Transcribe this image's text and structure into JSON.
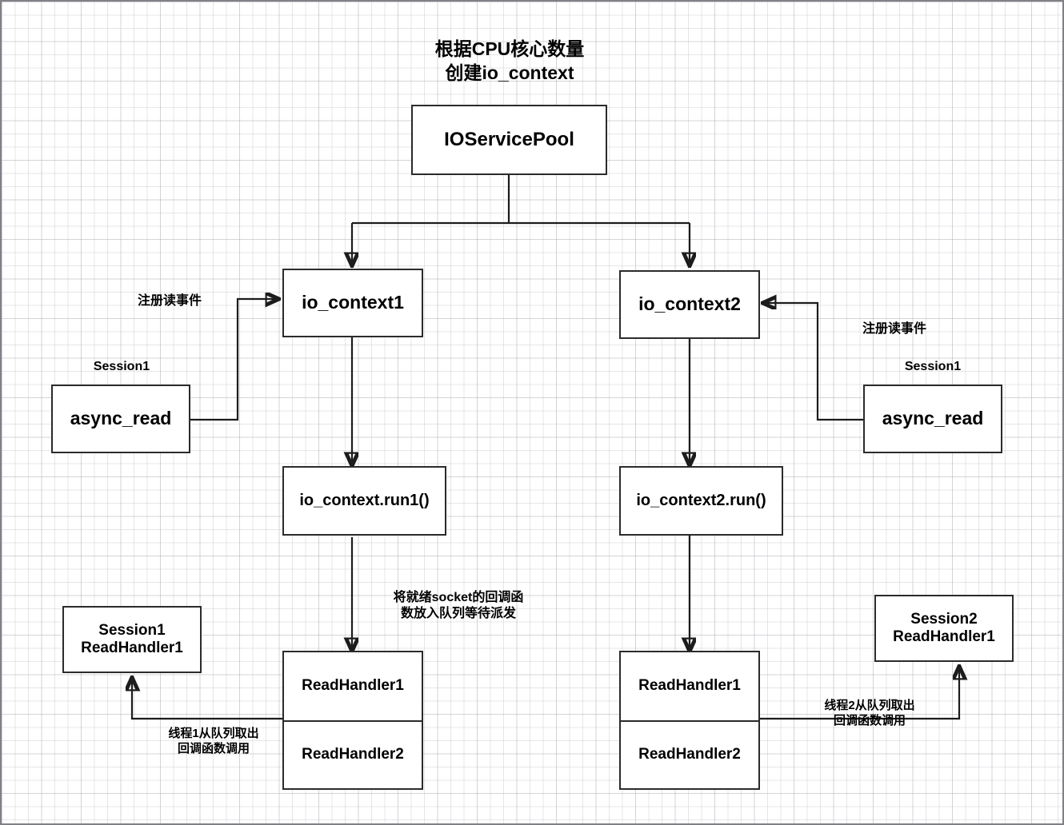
{
  "diagram": {
    "title": "根据CPU核心数量\n创建io_context",
    "colors": {
      "box_border": "#2b2b2b",
      "wire": "#1c1c1c",
      "text": "#000000",
      "grid_minor": "#f0f0f2",
      "grid_major": "#d9d9de",
      "frame": "#808086",
      "background": "#ffffff"
    },
    "nodes": {
      "pool": "IOServicePool",
      "io_context1": "io_context1",
      "io_context2": "io_context2",
      "async_read_left": "async_read",
      "async_read_right": "async_read",
      "run_left": "io_context.run1()",
      "run_right": "io_context2.run()",
      "queue_left": {
        "item1": "ReadHandler1",
        "item2": "ReadHandler2"
      },
      "queue_right": {
        "item1": "ReadHandler1",
        "item2": "ReadHandler2"
      },
      "session_left": "Session1\nReadHandler1",
      "session_right": "Session2\nReadHandler1"
    },
    "labels": {
      "session_left_caption": "Session1",
      "session_right_caption": "Session1",
      "register_read_left": "注册读事件",
      "register_read_right": "注册读事件",
      "dispatch_note": "将就绪socket的回调函\n数放入队列等待派发",
      "thread1_note": "线程1从队列取出\n回调函数调用",
      "thread2_note": "线程2从队列取出\n回调函数调用"
    }
  }
}
